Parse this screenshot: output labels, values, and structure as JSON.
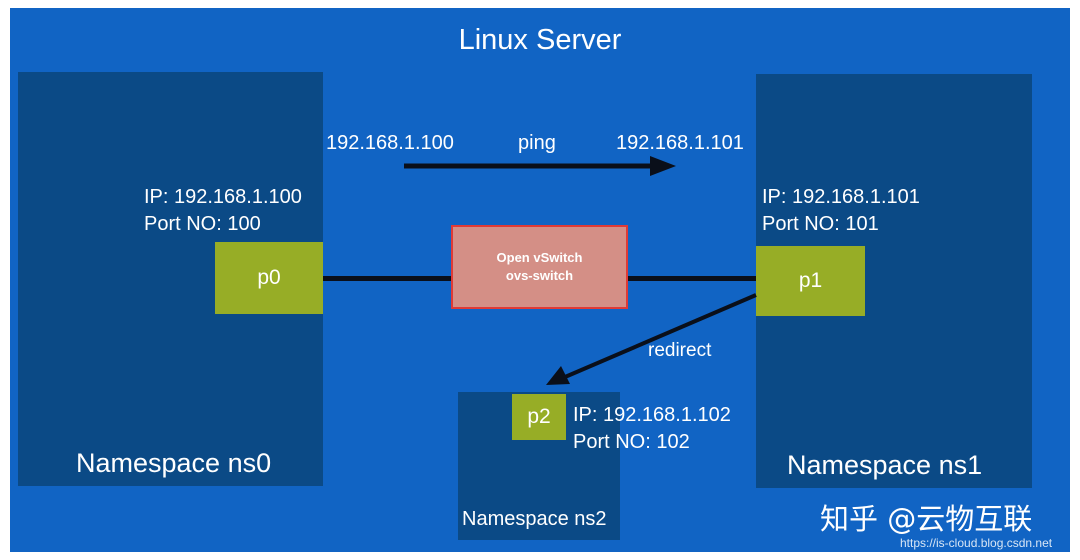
{
  "title": "Linux Server",
  "namespaces": {
    "ns0": "Namespace ns0",
    "ns1": "Namespace ns1",
    "ns2": "Namespace ns2"
  },
  "ports": {
    "p0": {
      "name": "p0",
      "ip": "IP: 192.168.1.100",
      "port_no": "Port NO: 100"
    },
    "p1": {
      "name": "p1",
      "ip": "IP: 192.168.1.101",
      "port_no": "Port NO: 101"
    },
    "p2": {
      "name": "p2",
      "ip": "IP: 192.168.1.102",
      "port_no": "Port NO: 102"
    }
  },
  "switch": {
    "line1": "Open vSwitch",
    "line2": "ovs-switch"
  },
  "ping": {
    "src": "192.168.1.100",
    "label": "ping",
    "dst": "192.168.1.101"
  },
  "redirect": "redirect",
  "watermark": "知乎 @云物互联",
  "source_url": "https://is-cloud.blog.csdn.net",
  "colors": {
    "server_bg": "#1164c4",
    "namespace_bg": "#0b4a86",
    "port": "#97ad26",
    "switch_fill": "#d48f86",
    "switch_border": "#e03a36",
    "wire": "#0a0f1a"
  }
}
